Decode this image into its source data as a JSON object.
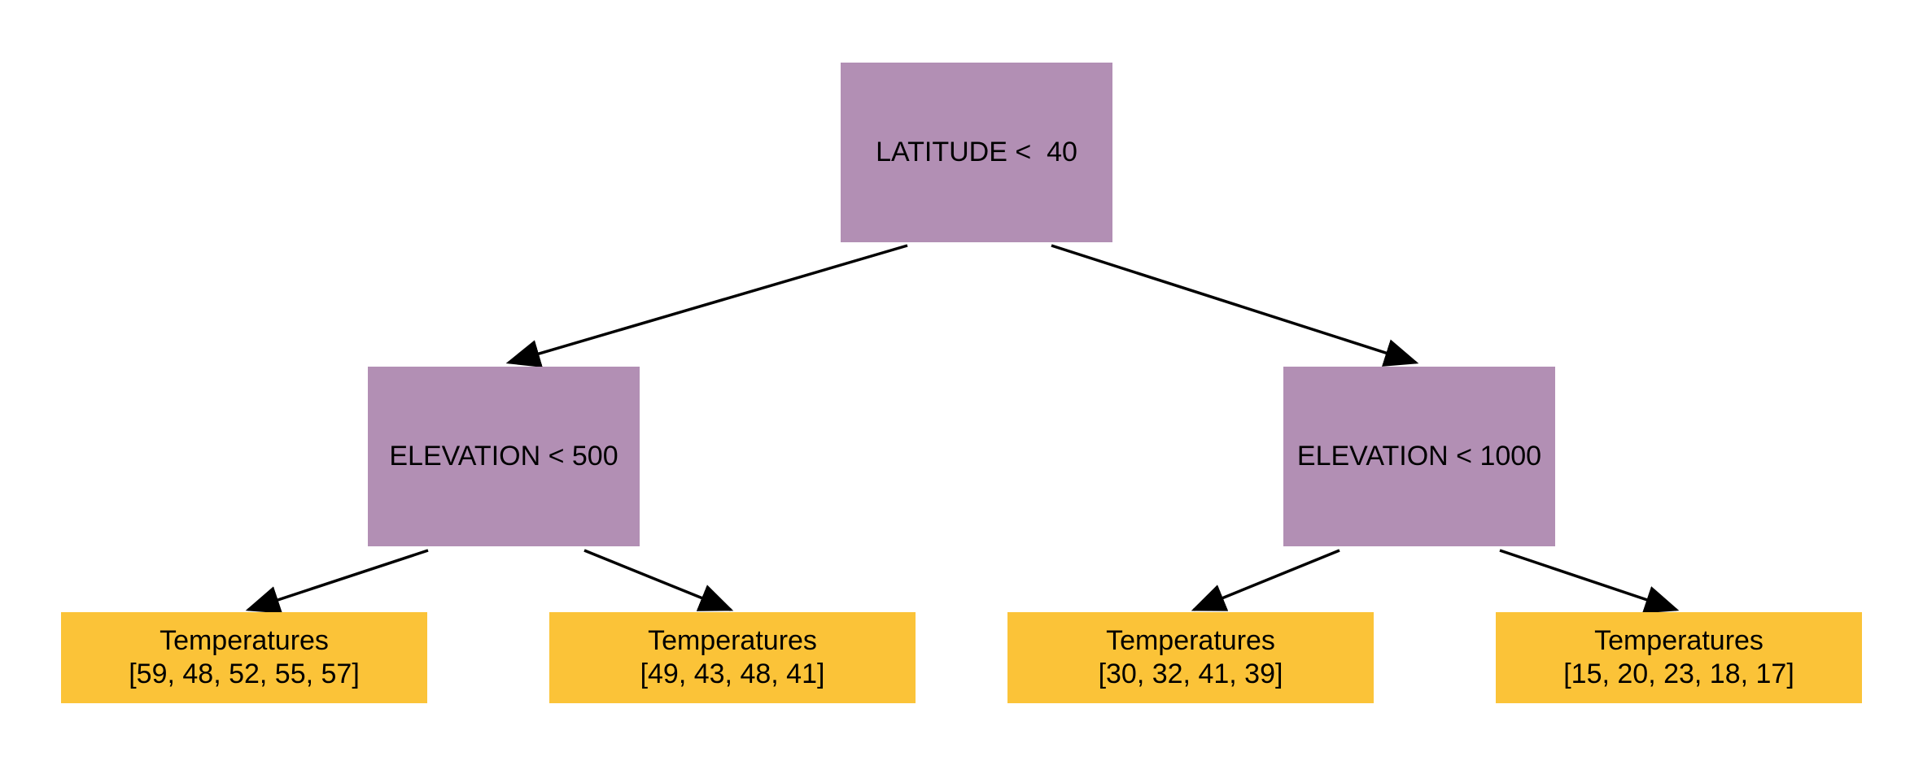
{
  "colors": {
    "decision_node": "#b28fb4",
    "leaf_node": "#fbc338",
    "edge": "#000000"
  },
  "tree": {
    "root": {
      "label": "LATITUDE <  40"
    },
    "left": {
      "label": "ELEVATION < 500"
    },
    "right": {
      "label": "ELEVATION < 1000"
    },
    "leaves": [
      {
        "title": "Temperatures",
        "values": "[59, 48, 52, 55, 57]"
      },
      {
        "title": "Temperatures",
        "values": "[49, 43, 48, 41]"
      },
      {
        "title": "Temperatures",
        "values": "[30, 32, 41, 39]"
      },
      {
        "title": "Temperatures",
        "values": "[15, 20, 23, 18, 17]"
      }
    ]
  }
}
